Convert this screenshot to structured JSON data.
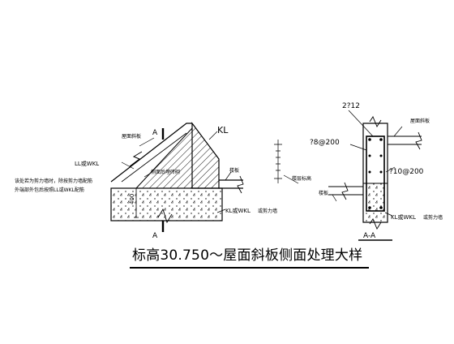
{
  "title": "标高30.750～屋面斜板侧面处理大样",
  "left_detail": {
    "section_mark_top": "A",
    "section_mark_bottom": "A",
    "kl_label": "KL",
    "ll_label": "LL或WKL",
    "roof_slab_label": "屋面斜板",
    "side_wall_label": "侧面后埋砖砌",
    "floor_slab_label": "楼板",
    "kl_bottom_label": "KL或WKL",
    "kl_bottom_note": "或剪力墙",
    "dim_400": "400",
    "note_line1": "该处若为剪力墙时，除按剪力墙配筋",
    "note_line2": "外端部外包后按照LL或WKL配筋"
  },
  "right_detail": {
    "rebar_top": "2?12",
    "stirrup": "?8@200",
    "side_rebar": "?10@200",
    "roof_slab_label": "屋面斜板",
    "floor_level_label": "楼层标高",
    "floor_slab_label": "楼板",
    "kl_bottom_label": "KL或WKL",
    "kl_bottom_note": "或剪力墙",
    "section_label": "A-A"
  }
}
